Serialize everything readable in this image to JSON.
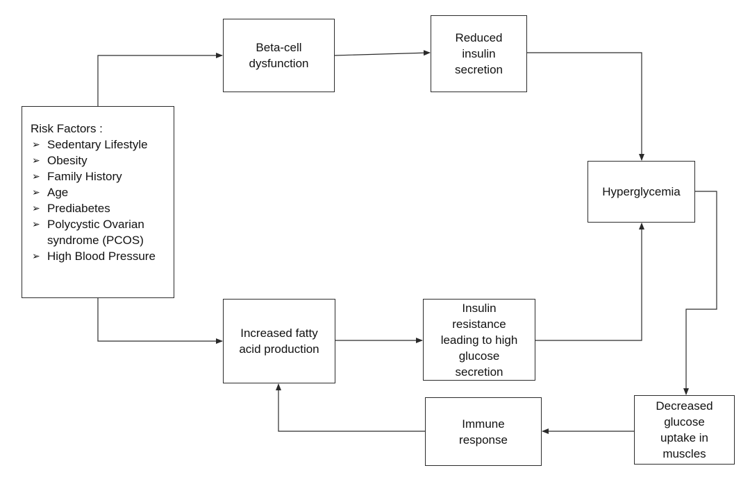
{
  "risk_factors": {
    "title": "Risk Factors :",
    "bullet": "➢",
    "items": [
      "Sedentary Lifestyle",
      "Obesity",
      "Family History",
      "Age",
      "Prediabetes",
      "Polycystic Ovarian syndrome (PCOS)",
      "High Blood Pressure"
    ]
  },
  "nodes": {
    "beta_cell": "Beta-cell\ndysfunction",
    "reduced_insulin": "Reduced\ninsulin\nsecretion",
    "hyperglycemia": "Hyperglycemia",
    "fatty_acid": "Increased fatty\nacid production",
    "insulin_resistance": "Insulin\nresistance\nleading to high\nglucose\nsecretion",
    "immune": "Immune\nresponse",
    "decreased_uptake": "Decreased\nglucose\nuptake in\nmuscles"
  },
  "colors": {
    "line": "#2a2a2a",
    "box_border": "#2a2a2a",
    "background": "#ffffff"
  }
}
